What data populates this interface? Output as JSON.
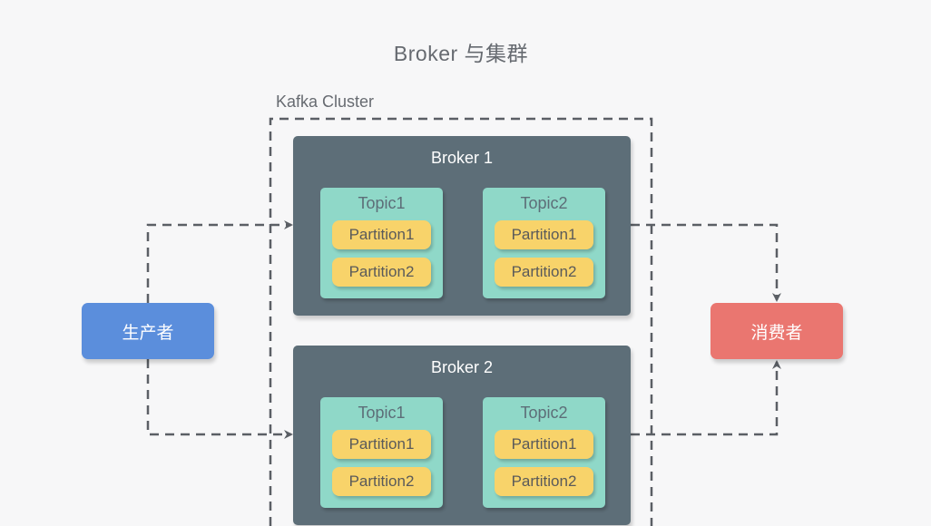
{
  "title": "Broker 与集群",
  "cluster_label": "Kafka Cluster",
  "producer": "生产者",
  "consumer": "消费者",
  "brokers": [
    {
      "name": "Broker 1",
      "topics": [
        {
          "name": "Topic1",
          "partitions": [
            "Partition1",
            "Partition2"
          ]
        },
        {
          "name": "Topic2",
          "partitions": [
            "Partition1",
            "Partition2"
          ]
        }
      ]
    },
    {
      "name": "Broker 2",
      "topics": [
        {
          "name": "Topic1",
          "partitions": [
            "Partition1",
            "Partition2"
          ]
        },
        {
          "name": "Topic2",
          "partitions": [
            "Partition1",
            "Partition2"
          ]
        }
      ]
    }
  ],
  "colors": {
    "producer": "#5b8edc",
    "consumer": "#ea7670",
    "broker": "#5d6e78",
    "topic": "#8fd8c8",
    "partition": "#f8d36a",
    "line": "#5b5f65"
  }
}
